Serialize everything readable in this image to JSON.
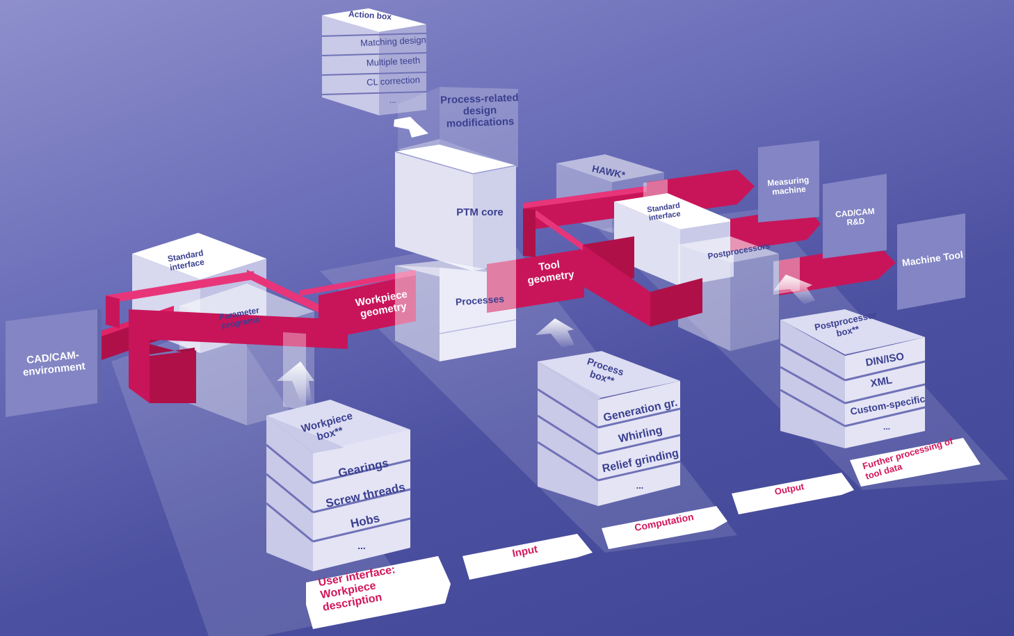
{
  "colors": {
    "background_top": "#8e8fcc",
    "background_bottom": "#3f4494",
    "accent_magenta": "#c8155a",
    "box_light": "#e6e6f6",
    "text_navy": "#3a3f8f"
  },
  "nodes": {
    "action_box": {
      "title": "Action box",
      "items": [
        "Matching design",
        "Multiple teeth",
        "CL correction",
        "..."
      ]
    },
    "process_related": "Process-related design modifications",
    "ptm_core": "PTM core",
    "processes": "Processes",
    "hawk": "HAWK*",
    "standard_interface_left": "Standard interface",
    "parameter_programs": "Parameter programs",
    "standard_interface_right": "Standard interface",
    "postprocessors": "Postprocessors",
    "cad_cam_env": "CAD/CAM-environment",
    "measuring_machine": "Measuring machine",
    "cad_cam_rd": "CAD/CAM R&D",
    "machine_tool": "Machine Tool",
    "workpiece_geometry": "Workpiece geometry",
    "tool_geometry": "Tool geometry",
    "workpiece_box": {
      "title": "Workpiece box**",
      "items": [
        "Gearings",
        "Screw threads",
        "Hobs",
        "..."
      ]
    },
    "process_box": {
      "title": "Process box**",
      "items": [
        "Generation gr.",
        "Whirling",
        "Relief grinding",
        "..."
      ]
    },
    "postprocessor_box": {
      "title": "Postprocessor box**",
      "items": [
        "DIN/ISO",
        "XML",
        "Custom-specific",
        "..."
      ]
    }
  },
  "tags": {
    "user_interface": "User interface: Workpiece description",
    "input": "Input",
    "computation": "Computation",
    "output": "Output",
    "further_processing": "Further processing of tool data"
  }
}
